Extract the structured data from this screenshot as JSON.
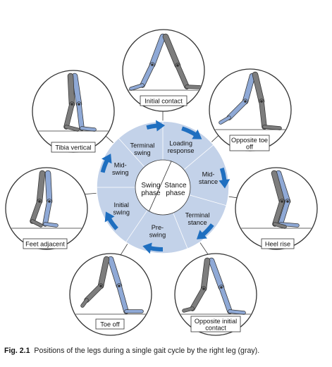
{
  "figure": {
    "caption_number": "Fig. 2.1",
    "caption_text": "Positions of the legs during a single gait cycle by the right leg (gray)."
  },
  "center": {
    "swing_phase": [
      "Swing",
      "phase"
    ],
    "stance_phase": [
      "Stance",
      "phase"
    ]
  },
  "ring_segments": [
    {
      "key": "terminal-swing",
      "lines": [
        "Terminal",
        "swing"
      ]
    },
    {
      "key": "loading-response",
      "lines": [
        "Loading",
        "response"
      ]
    },
    {
      "key": "mid-stance",
      "lines": [
        "Mid-",
        "stance"
      ]
    },
    {
      "key": "terminal-stance",
      "lines": [
        "Terminal",
        "stance"
      ]
    },
    {
      "key": "pre-swing",
      "lines": [
        "Pre-",
        "swing"
      ]
    },
    {
      "key": "initial-swing",
      "lines": [
        "Initial",
        "swing"
      ]
    },
    {
      "key": "mid-swing",
      "lines": [
        "Mid-",
        "swing"
      ]
    }
  ],
  "events": [
    {
      "key": "initial-contact",
      "lines": [
        "Initial contact"
      ]
    },
    {
      "key": "opposite-toe-off",
      "lines": [
        "Opposite toe",
        "off"
      ]
    },
    {
      "key": "heel-rise",
      "lines": [
        "Heel rise"
      ]
    },
    {
      "key": "opposite-initial-contact",
      "lines": [
        "Opposite initial",
        "contact"
      ]
    },
    {
      "key": "toe-off",
      "lines": [
        "Toe off"
      ]
    },
    {
      "key": "feet-adjacent",
      "lines": [
        "Feet adjacent"
      ]
    },
    {
      "key": "tibia-vertical",
      "lines": [
        "Tibia vertical"
      ]
    }
  ],
  "colors": {
    "ring": "#c3d2e9",
    "arrow_blue": "#1f6fc0",
    "leg_gray": "#7d7d7d",
    "leg_blue": "#8fa9d6",
    "outline": "#333333"
  }
}
